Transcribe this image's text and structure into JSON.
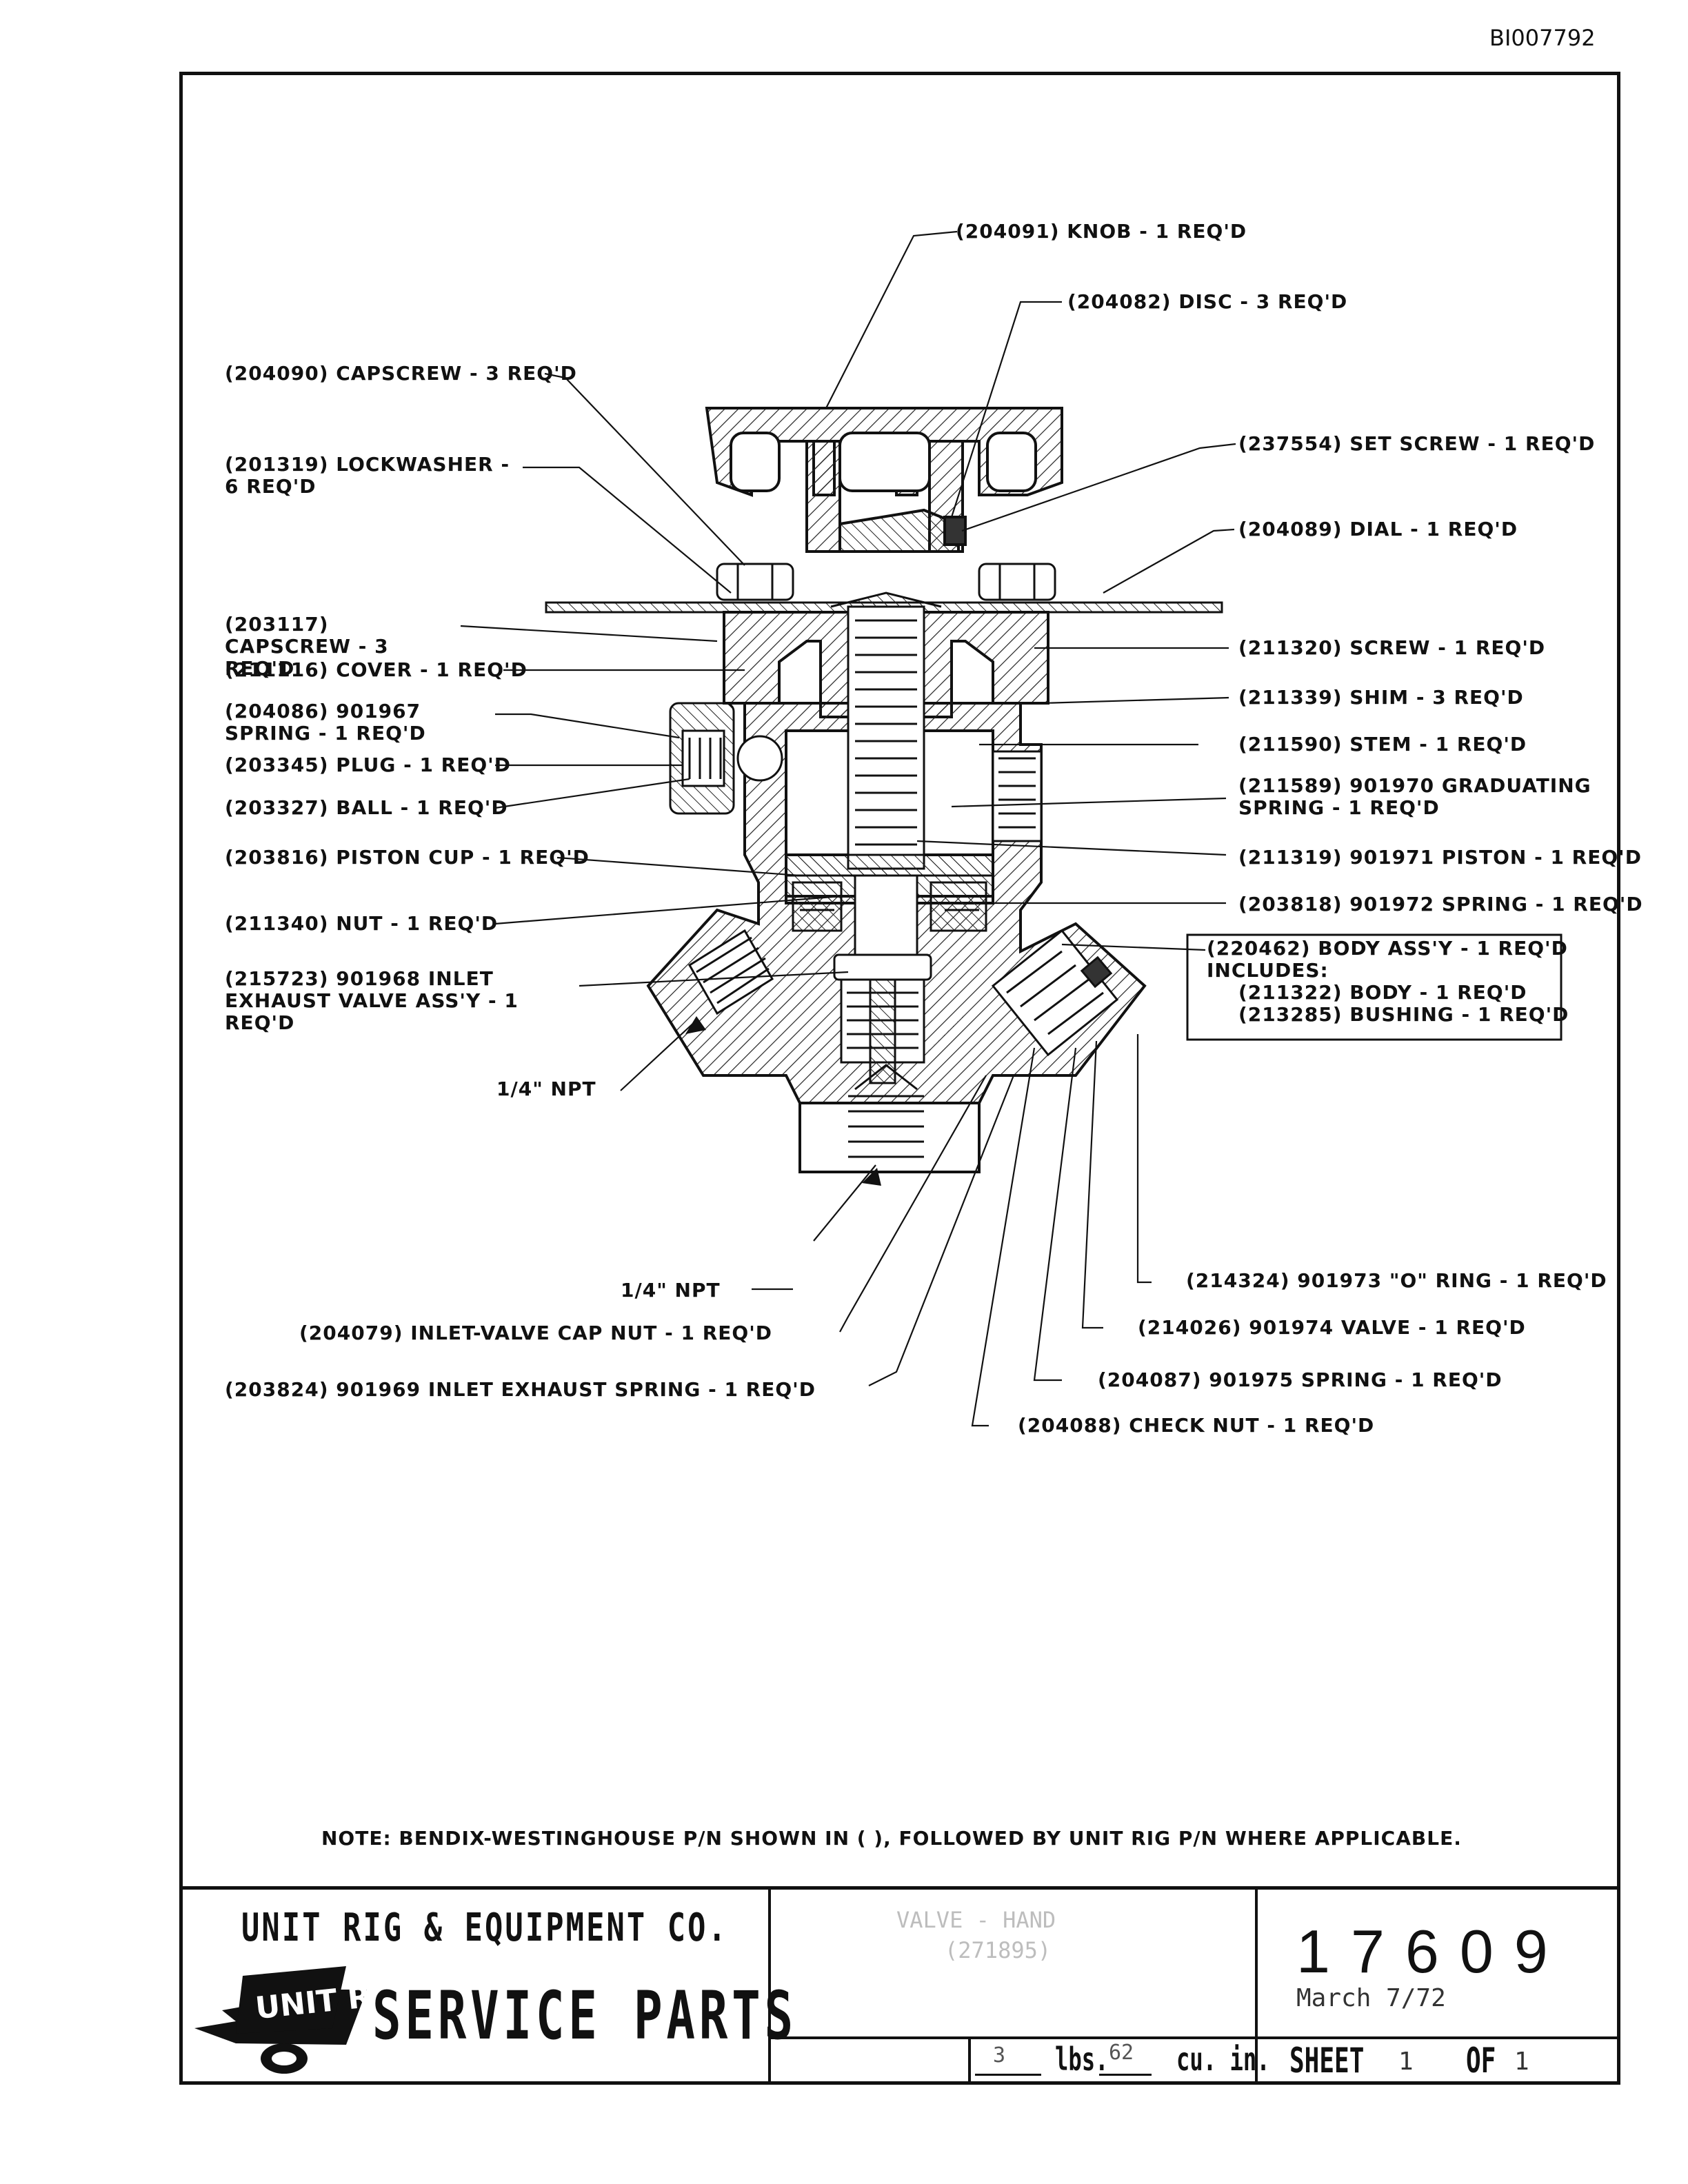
{
  "doc_id": "BI007792",
  "labels": {
    "knob": "(204091) KNOB - 1 REQ'D",
    "disc": "(204082) DISC - 3 REQ'D",
    "capscrew_top": "(204090) CAPSCREW - 3 REQ'D",
    "lockwasher": "(201319) LOCKWASHER - 6 REQ'D",
    "set_screw": "(237554) SET SCREW - 1 REQ'D",
    "dial": "(204089) DIAL - 1 REQ'D",
    "capscrew_mid": "(203117) CAPSCREW - 3 REQ'D",
    "cover": "(211116) COVER - 1 REQ'D",
    "screw": "(211320) SCREW - 1 REQ'D",
    "shim": "(211339) SHIM - 3 REQ'D",
    "spring_901967": "(204086) 901967 SPRING - 1 REQ'D",
    "stem": "(211590) STEM - 1 REQ'D",
    "plug": "(203345) PLUG - 1 REQ'D",
    "graduating_spring": "(211589) 901970 GRADUATING SPRING - 1 REQ'D",
    "ball": "(203327) BALL - 1 REQ'D",
    "piston_cup": "(203816) PISTON CUP - 1 REQ'D",
    "piston": "(211319) 901971 PISTON - 1 REQ'D",
    "spring_901972": "(203818) 901972 SPRING - 1 REQ'D",
    "nut": "(211340) NUT - 1 REQ'D",
    "body_assy": "(220462) BODY ASS'Y - 1 REQ'D",
    "includes": "INCLUDES:",
    "body": "(211322) BODY - 1 REQ'D",
    "bushing": "(213285) BUSHING - 1 REQ'D",
    "inlet_exhaust_valve": "(215723) 901968 INLET EXHAUST VALVE ASS'Y - 1 REQ'D",
    "npt_left": "1/4\" NPT",
    "npt_bottom": "1/4\" NPT",
    "o_ring": "(214324) 901973 \"O\" RING - 1 REQ'D",
    "valve": "(214026) 901974 VALVE - 1 REQ'D",
    "inlet_valve_cap_nut": "(204079) INLET-VALVE CAP NUT - 1 REQ'D",
    "spring_901975": "(204087) 901975 SPRING - 1 REQ'D",
    "inlet_exhaust_spring": "(203824) 901969 INLET EXHAUST SPRING - 1 REQ'D",
    "check_nut": "(204088) CHECK NUT - 1 REQ'D"
  },
  "note": "NOTE: BENDIX-WESTINGHOUSE P/N SHOWN IN ( ), FOLLOWED BY UNIT RIG P/N WHERE APPLICABLE.",
  "title_block": {
    "company": "UNIT RIG & EQUIPMENT CO.",
    "logo_text": "UNIT RIG",
    "service": "SERVICE PARTS",
    "faint_title": "VALVE - HAND",
    "faint_number": "(271895)",
    "part_number": "17609",
    "date": "March 7/72",
    "weight_value": "3",
    "weight_unit": "lbs.",
    "volume_value": "62",
    "volume_unit": "cu. in.",
    "sheet_label": "SHEET",
    "sheet_num": "1",
    "of_label": "OF",
    "of_num": "1"
  }
}
